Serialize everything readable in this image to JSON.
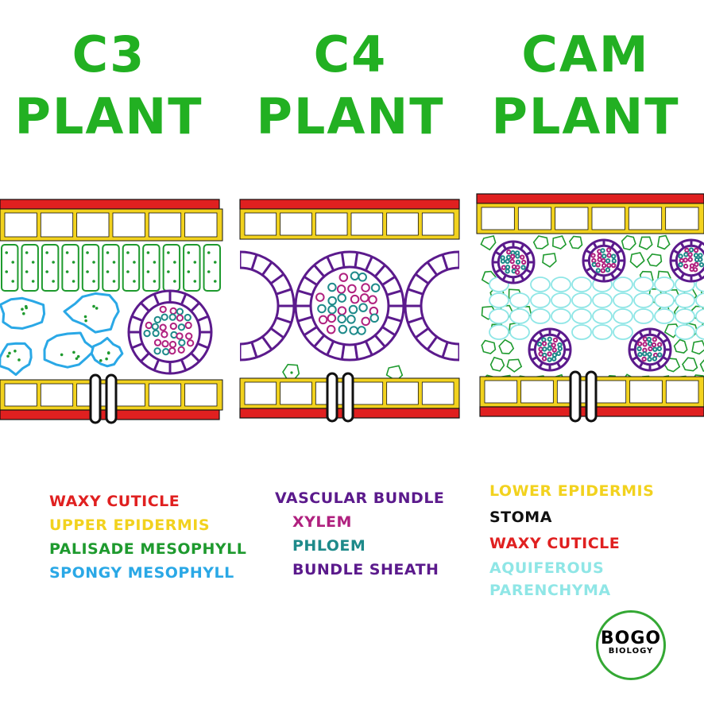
{
  "titles": [
    {
      "line1": "C3",
      "line2": "PLANT"
    },
    {
      "line1": "C4",
      "line2": "PLANT"
    },
    {
      "line1": "CAM",
      "line2": "PLANT"
    }
  ],
  "legend": {
    "col1": [
      {
        "text": "WAXY CUTICLE",
        "color": "#e02020"
      },
      {
        "text": "UPPER EPIDERMIS",
        "color": "#f2d21e"
      },
      {
        "text": "PALISADE MESOPHYLL",
        "color": "#1e9a2e"
      },
      {
        "text": "SPONGY MESOPHYLL",
        "color": "#2aa8e6"
      }
    ],
    "col2": [
      {
        "text": "VASCULAR BUNDLE",
        "color": "#5b1a8c"
      },
      {
        "text": "XYLEM",
        "color": "#b0217f"
      },
      {
        "text": "PHLOEM",
        "color": "#1e8a8a"
      },
      {
        "text": "BUNDLE SHEATH",
        "color": "#5b1a8c"
      }
    ],
    "col3": [
      {
        "text": "LOWER EPIDERMIS",
        "color": "#f2d21e"
      },
      {
        "text": "STOMA",
        "color": "#111111"
      },
      {
        "text": "WAXY CUTICLE",
        "color": "#e02020"
      },
      {
        "text": "AQUIFEROUS",
        "color": "#8fe6e6"
      },
      {
        "text": "PARENCHYMA",
        "color": "#8fe6e6"
      }
    ]
  },
  "logo": {
    "line1": "BOGO",
    "line2": "BIOLOGY"
  },
  "colors": {
    "cuticle": "#e02020",
    "epidermis": "#f2d21e",
    "mesophyll": "#1e9a2e",
    "spongy": "#2aa8e6",
    "vascular": "#5b1a8c",
    "xylem": "#b0217f",
    "phloem": "#1e8a8a",
    "aquiferous": "#8fe6e6",
    "stoma": "#111111"
  }
}
